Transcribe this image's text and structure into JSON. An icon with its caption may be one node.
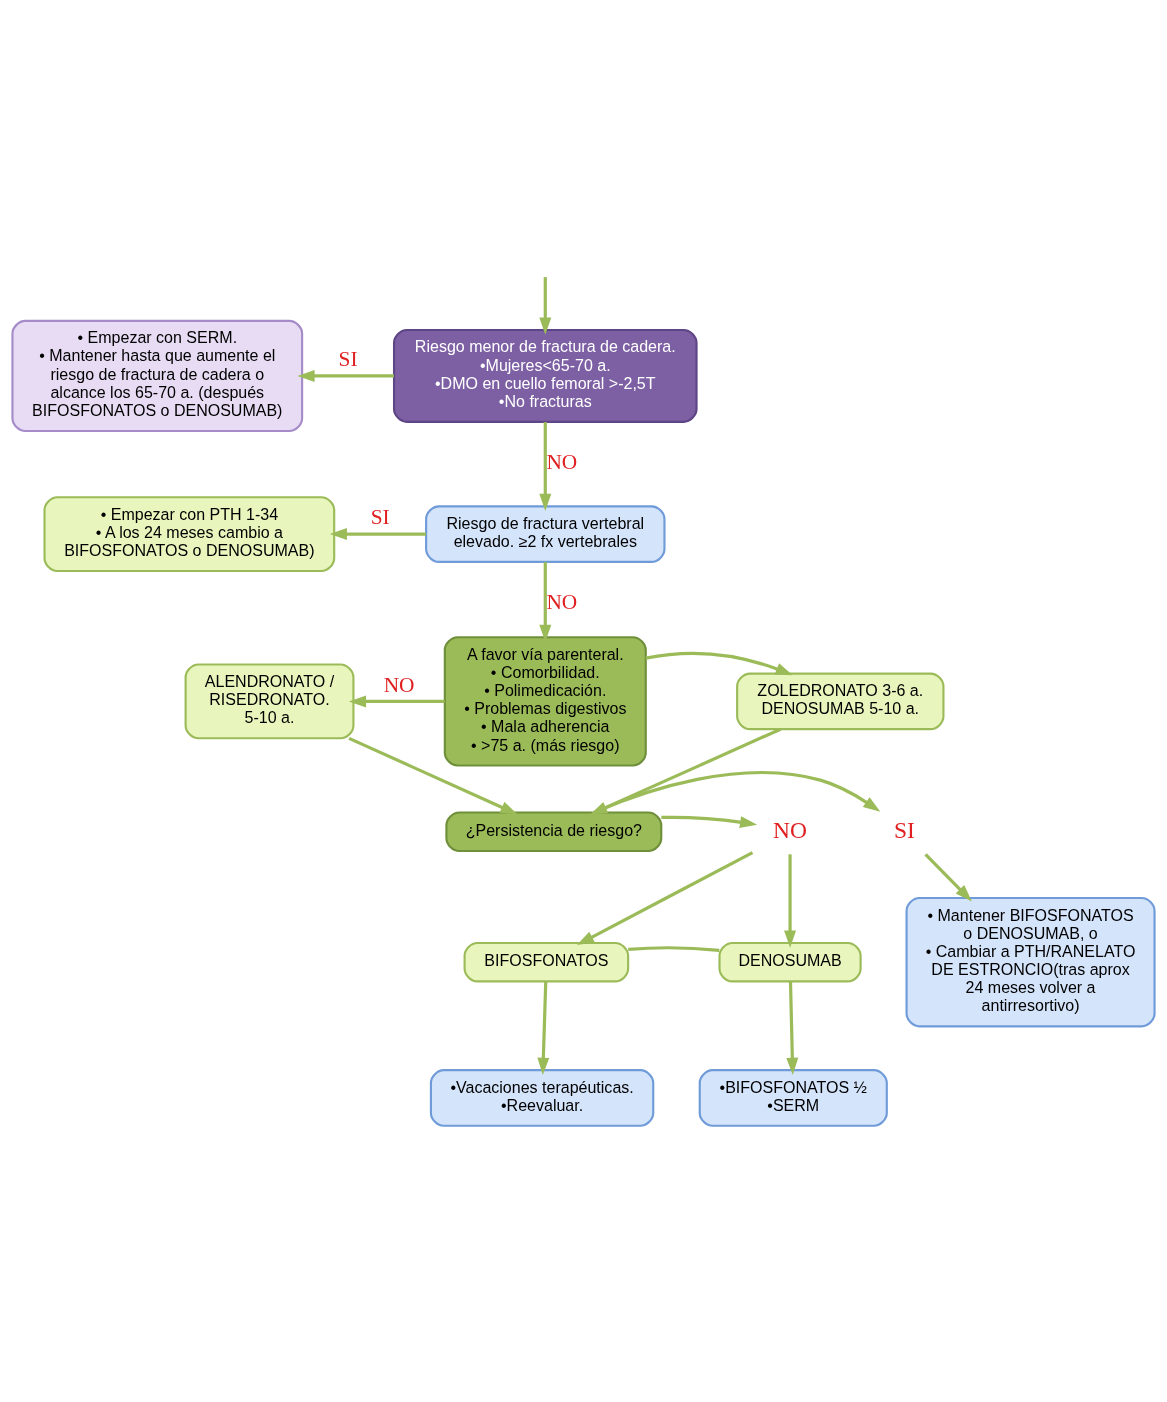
{
  "diagram": {
    "nodes": [
      {
        "text": [
          "• Empezar con SERM.",
          "• Mantener hasta que aumente el riesgo de fractura de cadera o alcance los 65-70 a. (después BIFOSFONATOS o DENOSUMAB)"
        ]
      },
      {
        "text": [
          "Riesgo menor de fractura de cadera.",
          "•Mujeres<65-70 a.",
          "•DMO en cuello femoral >-2,5T",
          "•No fracturas"
        ]
      },
      {
        "text": [
          "• Empezar con PTH 1-34",
          "• A los 24 meses cambio a BIFOSFONATOS o DENOSUMAB)"
        ]
      },
      {
        "text": [
          "Riesgo de fractura vertebral elevado. ≥2 fx vertebrales"
        ]
      },
      {
        "text": [
          "ALENDRONATO / RISEDRONATO. 5-10 a."
        ]
      },
      {
        "text": [
          "A favor vía parenteral.",
          "• Comorbilidad.",
          "• Polimedicación.",
          "• Problemas digestivos",
          "• Mala adherencia",
          "• >75 a. (más riesgo)"
        ]
      },
      {
        "text": [
          "ZOLEDRONATO 3-6 a.",
          "DENOSUMAB 5-10 a."
        ]
      },
      {
        "text": [
          "¿Persistencia de riesgo?"
        ]
      },
      {
        "text": [
          "BIFOSFONATOS"
        ]
      },
      {
        "text": [
          "DENOSUMAB"
        ]
      },
      {
        "text": [
          "• Mantener BIFOSFONATOS o DENOSUMAB, o",
          "• Cambiar a PTH/RANELATO DE ESTRONCIO(tras aprox 24 meses volver a antirresortivo)"
        ]
      },
      {
        "text": [
          "•Vacaciones terapéuticas.",
          "•Reevaluar."
        ]
      },
      {
        "text": [
          "•BIFOSFONATOS ½",
          "•SERM"
        ]
      },
      {
        "text": [
          "SI"
        ]
      },
      {
        "text": [
          "NO"
        ]
      }
    ],
    "edges": [
      {
        "from": null,
        "to": 1,
        "arrow": "to"
      },
      {
        "from": 1,
        "to": 0,
        "arrow": "to",
        "label": "SI"
      },
      {
        "from": 1,
        "to": 3,
        "arrow": "to",
        "label": "NO"
      },
      {
        "from": 3,
        "to": 2,
        "arrow": "to",
        "label": "SI"
      },
      {
        "from": 3,
        "to": 5,
        "arrow": "to",
        "label": "NO"
      },
      {
        "from": 5,
        "to": 4,
        "arrow": "to",
        "label": "NO"
      },
      {
        "from": 5,
        "to": 6,
        "arrow": "to"
      },
      {
        "from": 4,
        "to": 7,
        "arrow": "to"
      },
      {
        "from": 6,
        "to": 7,
        "arrow": "to"
      },
      {
        "from": 7,
        "to": 13,
        "arrow": "to"
      },
      {
        "from": 13,
        "to": 10,
        "arrow": "to"
      },
      {
        "from": 7,
        "to": 14,
        "arrow": "to"
      },
      {
        "from": 14,
        "to": 8,
        "arrow": "to"
      },
      {
        "from": 14,
        "to": 9,
        "arrow": "to"
      },
      {
        "from": 8,
        "to": 9,
        "arrow": "none"
      },
      {
        "from": 8,
        "to": 11,
        "arrow": "to"
      },
      {
        "from": 9,
        "to": 12,
        "arrow": "to"
      }
    ]
  }
}
